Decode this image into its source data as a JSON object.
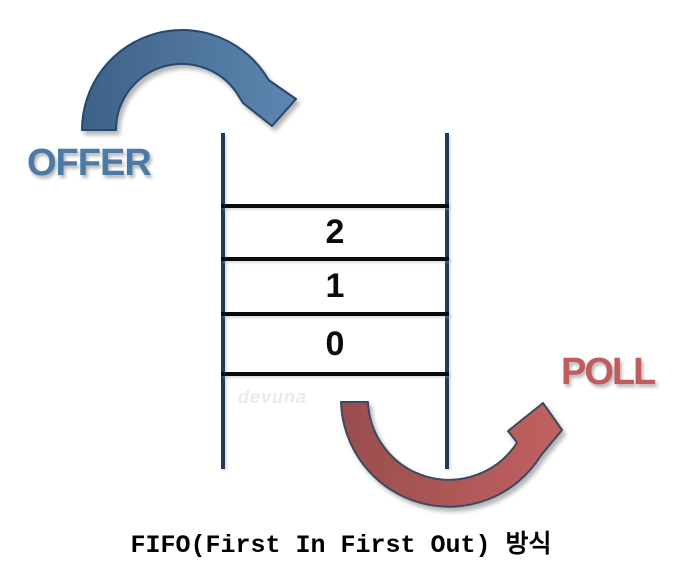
{
  "diagram": {
    "offer_label": "OFFER",
    "poll_label": "POLL",
    "watermark": "devuna",
    "caption": "FIFO(First In First Out) 방식",
    "queue": {
      "cells": [
        "2",
        "1",
        "0"
      ],
      "empty_slots_top": 1
    },
    "colors": {
      "offer_text": "#4B7AA6",
      "poll_text": "#C05C5C",
      "blue_arrow_dark": "#3D6288",
      "blue_arrow_light": "#5E86B0",
      "blue_arrow_outline": "#24486E",
      "red_arrow_dark": "#9A4D4D",
      "red_arrow_light": "#C16161",
      "red_arrow_outline": "#3A4A63",
      "queue_rail": "#1F3B5C",
      "queue_shelf": "#0B0B0B",
      "caption_text": "#000000",
      "watermark_text": "#EBEBEB",
      "background": "#FFFFFF"
    }
  }
}
